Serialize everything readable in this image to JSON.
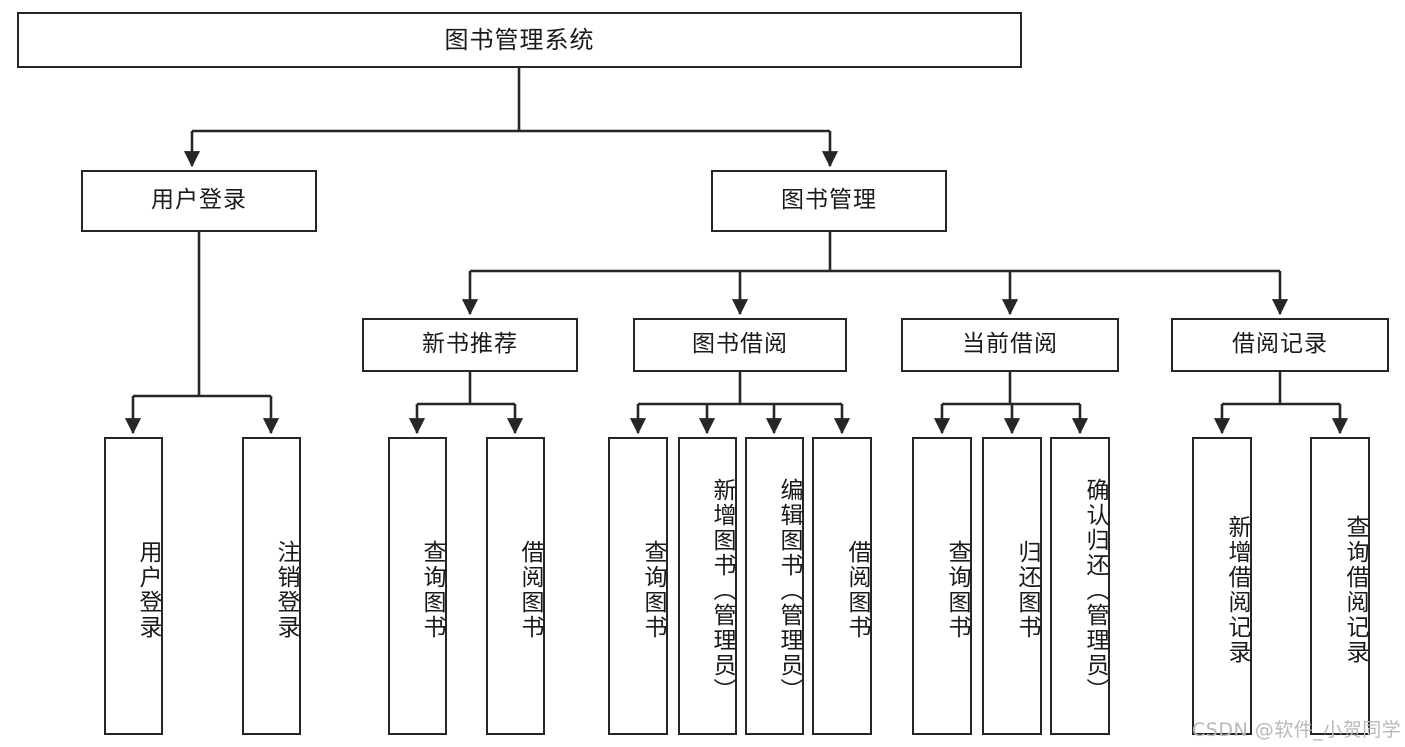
{
  "diagram": {
    "title": "图书管理系统",
    "watermark": "CSDN @软件_小贺同学",
    "stroke_color": "#262626",
    "background_color": "#ffffff",
    "text_color": "#1a1a1a",
    "root": {
      "label": "图书管理系统"
    },
    "level2": [
      {
        "label": "用户登录"
      },
      {
        "label": "图书管理"
      }
    ],
    "level3": [
      {
        "label": "新书推荐"
      },
      {
        "label": "图书借阅"
      },
      {
        "label": "当前借阅"
      },
      {
        "label": "借阅记录"
      }
    ],
    "leaves": {
      "user_login": [
        {
          "label": "用户登录"
        },
        {
          "label": "注销登录"
        }
      ],
      "new_book_recommend": [
        {
          "label": "查询图书"
        },
        {
          "label": "借阅图书"
        }
      ],
      "book_borrow": [
        {
          "label": "查询图书"
        },
        {
          "label": "新增图书（管理员）"
        },
        {
          "label": "编辑图书（管理员）"
        },
        {
          "label": "借阅图书"
        }
      ],
      "current_borrow": [
        {
          "label": "查询图书"
        },
        {
          "label": "归还图书"
        },
        {
          "label": "确认归还（管理员）"
        }
      ],
      "borrow_record": [
        {
          "label": "新增借阅记录"
        },
        {
          "label": "查询借阅记录"
        }
      ]
    }
  },
  "chart_data": {
    "type": "table",
    "title": "图书管理系统 功能结构图",
    "nodes": [
      {
        "id": "root",
        "label": "图书管理系统",
        "level": 0,
        "parent": null
      },
      {
        "id": "n1",
        "label": "用户登录",
        "level": 1,
        "parent": "root"
      },
      {
        "id": "n2",
        "label": "图书管理",
        "level": 1,
        "parent": "root"
      },
      {
        "id": "n1a",
        "label": "用户登录",
        "level": 2,
        "parent": "n1"
      },
      {
        "id": "n1b",
        "label": "注销登录",
        "level": 2,
        "parent": "n1"
      },
      {
        "id": "n2a",
        "label": "新书推荐",
        "level": 2,
        "parent": "n2"
      },
      {
        "id": "n2b",
        "label": "图书借阅",
        "level": 2,
        "parent": "n2"
      },
      {
        "id": "n2c",
        "label": "当前借阅",
        "level": 2,
        "parent": "n2"
      },
      {
        "id": "n2d",
        "label": "借阅记录",
        "level": 2,
        "parent": "n2"
      },
      {
        "id": "n2a1",
        "label": "查询图书",
        "level": 3,
        "parent": "n2a"
      },
      {
        "id": "n2a2",
        "label": "借阅图书",
        "level": 3,
        "parent": "n2a"
      },
      {
        "id": "n2b1",
        "label": "查询图书",
        "level": 3,
        "parent": "n2b"
      },
      {
        "id": "n2b2",
        "label": "新增图书（管理员）",
        "level": 3,
        "parent": "n2b"
      },
      {
        "id": "n2b3",
        "label": "编辑图书（管理员）",
        "level": 3,
        "parent": "n2b"
      },
      {
        "id": "n2b4",
        "label": "借阅图书",
        "level": 3,
        "parent": "n2b"
      },
      {
        "id": "n2c1",
        "label": "查询图书",
        "level": 3,
        "parent": "n2c"
      },
      {
        "id": "n2c2",
        "label": "归还图书",
        "level": 3,
        "parent": "n2c"
      },
      {
        "id": "n2c3",
        "label": "确认归还（管理员）",
        "level": 3,
        "parent": "n2c"
      },
      {
        "id": "n2d1",
        "label": "新增借阅记录",
        "level": 3,
        "parent": "n2d"
      },
      {
        "id": "n2d2",
        "label": "查询借阅记录",
        "level": 3,
        "parent": "n2d"
      }
    ]
  }
}
